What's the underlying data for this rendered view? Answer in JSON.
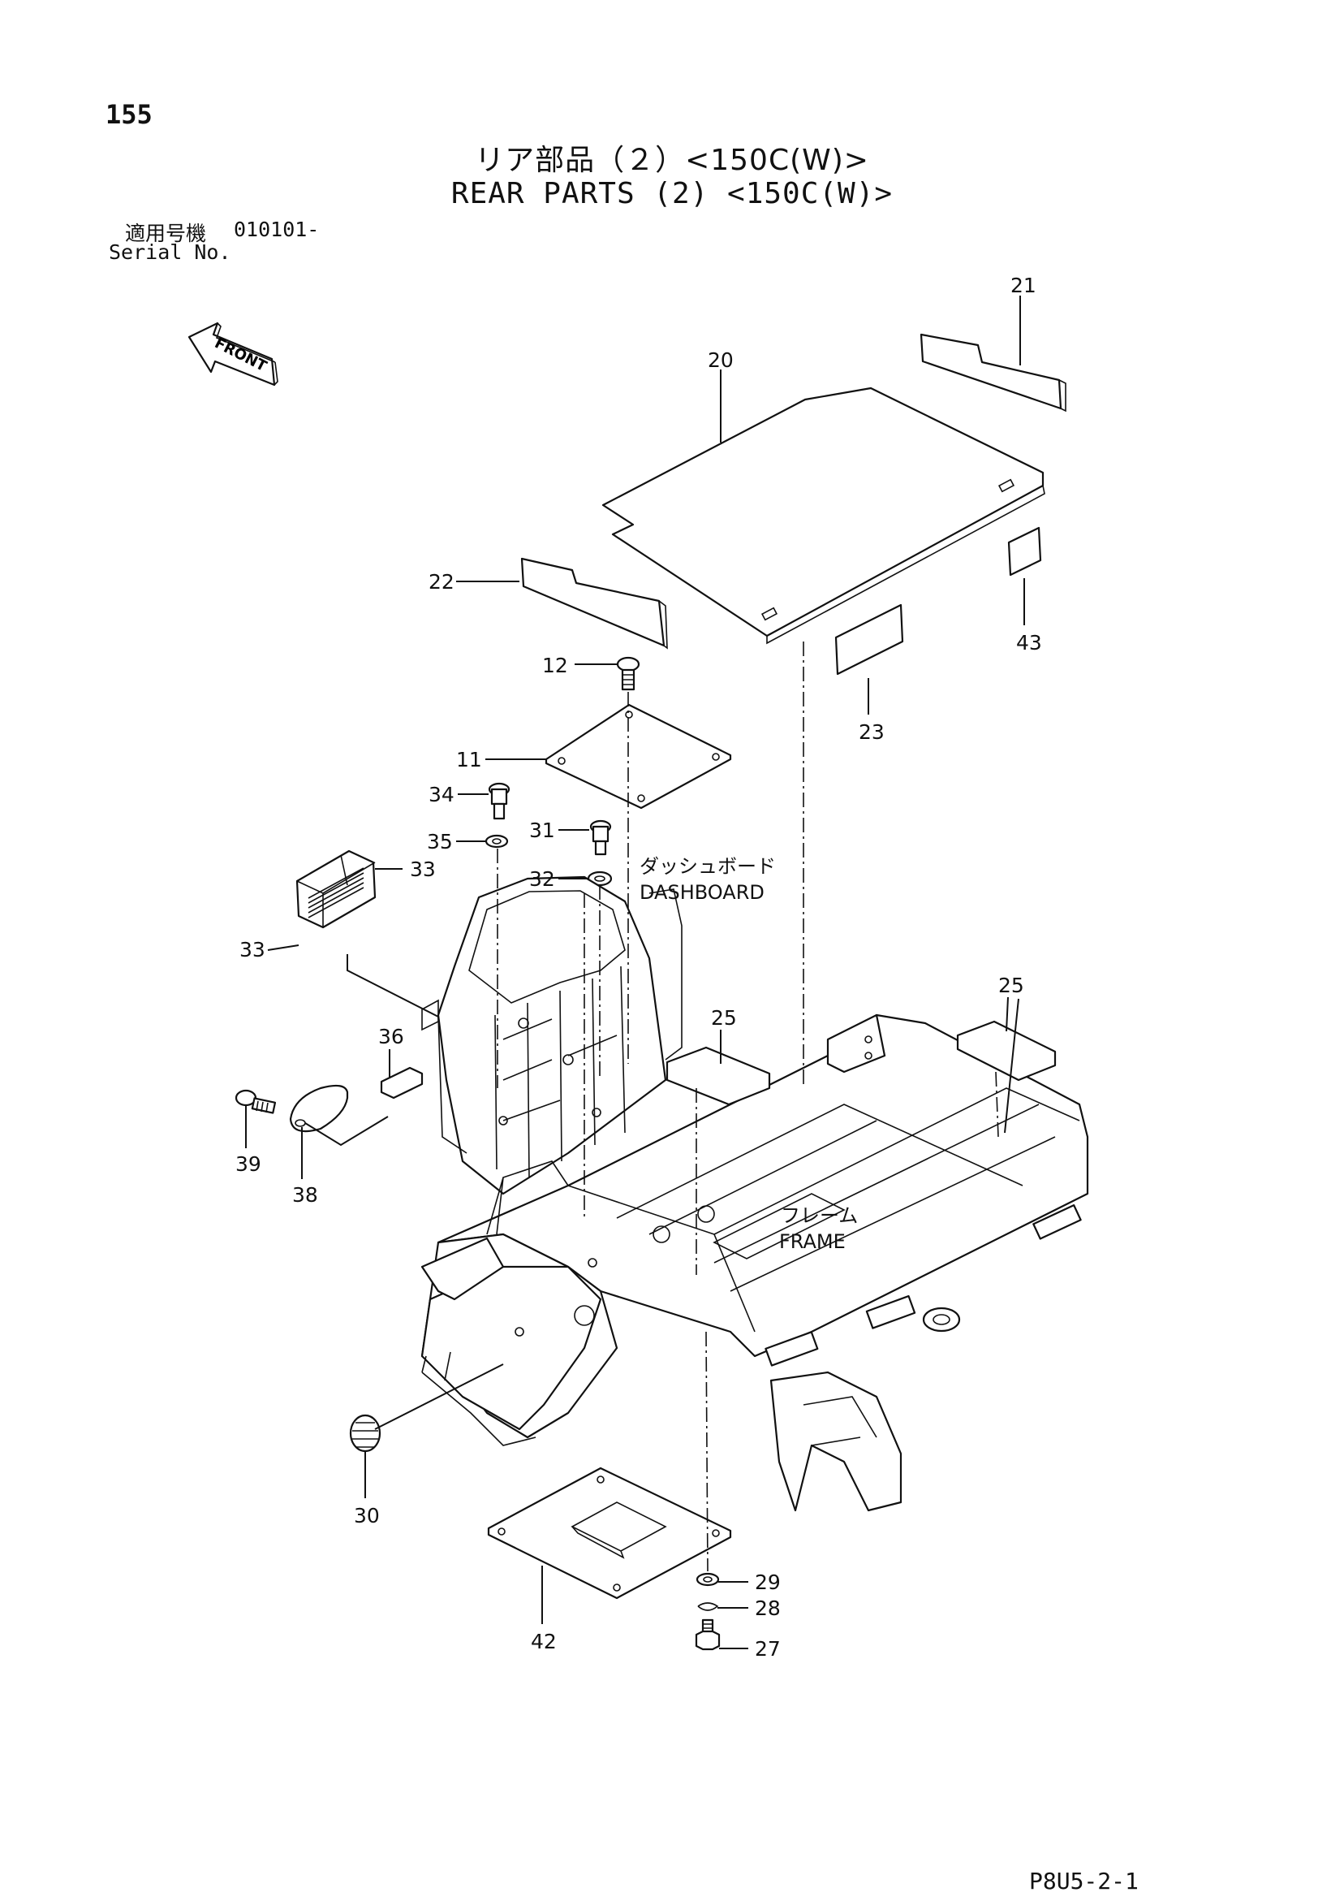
{
  "page_number": "155",
  "title_ja": "リア部品（２）<150C(W)>",
  "title_en": "REAR PARTS (2) <150C(W)>",
  "serial": {
    "label_ja": "適用号機",
    "value": "010101-",
    "label_en": "Serial No."
  },
  "front_label": "FRONT",
  "areas": {
    "dashboard": {
      "ja": "ダッシュボード",
      "en": "DASHBOARD"
    },
    "frame": {
      "ja": "フレーム",
      "en": "FRAME"
    }
  },
  "callouts": {
    "c21": "21",
    "c20": "20",
    "c22": "22",
    "c43": "43",
    "c12": "12",
    "c23": "23",
    "c11": "11",
    "c34": "34",
    "c31": "31",
    "c35": "35",
    "c32": "32",
    "c33a": "33",
    "c33b": "33",
    "c25a": "25",
    "c25b": "25",
    "c36": "36",
    "c39": "39",
    "c38": "38",
    "c30": "30",
    "c29": "29",
    "c28": "28",
    "c27": "27",
    "c42": "42"
  },
  "document_code": "P8U5-2-1"
}
